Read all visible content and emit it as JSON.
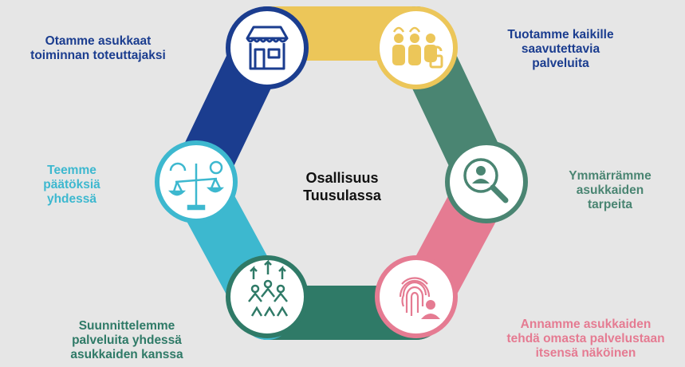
{
  "center": {
    "title": "Osallisuus\nTuusulassa"
  },
  "segments": [
    {
      "id": "top",
      "label": "Tuotamme kaikille\nsaavutettavia\npalveluita",
      "color": "#ecc659",
      "icon": "people-accessibility-icon"
    },
    {
      "id": "right",
      "label": "Ymmärrämme\nasukkaiden\ntarpeita",
      "color": "#4a8572",
      "icon": "magnifier-person-icon"
    },
    {
      "id": "bottom-right",
      "label": "Annamme asukkaiden\ntehdä omasta palvelustaan\nitsensä näköinen",
      "color": "#e57b92",
      "icon": "fingerprint-person-icon"
    },
    {
      "id": "bottom",
      "label": "Suunnittelemme\npalveluita yhdessä\nasukkaiden kanssa",
      "color": "#2f7a67",
      "icon": "community-growth-icon"
    },
    {
      "id": "left",
      "label": "Teemme\npäätöksiä\nyhdessä",
      "color": "#3db8cf",
      "icon": "balance-decision-icon"
    },
    {
      "id": "top-left",
      "label": "Otamme asukkaat\ntoiminnan toteuttajaksi",
      "color": "#1b3d8f",
      "icon": "storefront-icon"
    }
  ],
  "colors": {
    "label_default": "#1b3d8f",
    "label_left": "#3db8cf",
    "label_bottom_right": "#e57b92",
    "label_bottom": "#2f7a67",
    "label_right": "#4a8572"
  }
}
